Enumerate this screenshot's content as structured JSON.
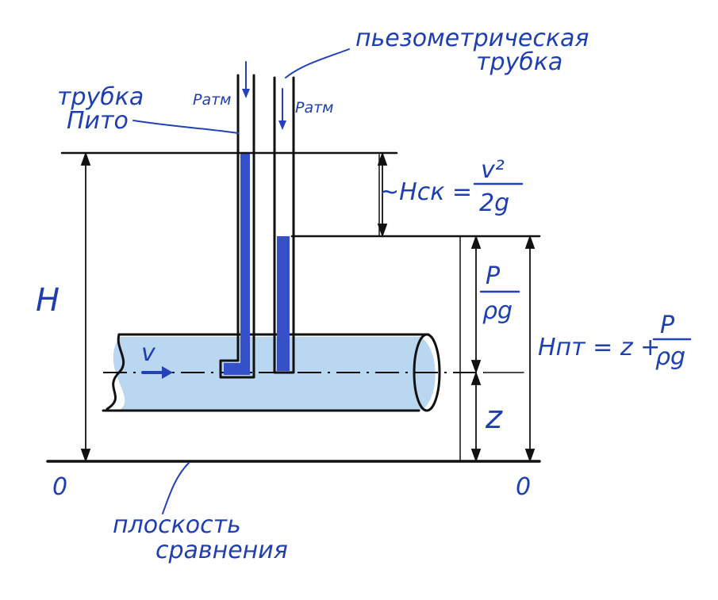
{
  "labels": {
    "pitot_tube_line1": "трубка",
    "pitot_tube_line2": "Пито",
    "piezometric_tube_line1": "пьезометрическая",
    "piezometric_tube_line2": "трубка",
    "p_atm_left": "Pатм",
    "p_atm_right": "Pатм",
    "h_total": "H",
    "h_velocity_lhs": "~Hск =",
    "h_velocity_num": "v²",
    "h_velocity_den": "2g",
    "p_over_rho_g_num": "P",
    "p_over_rho_g_den": "ρg",
    "h_piezometric": "Hпт = z +",
    "h_piezometric_num": "P",
    "h_piezometric_den": "ρg",
    "z_label": "z",
    "velocity_label": "v",
    "datum_left": "0",
    "datum_right": "0",
    "comparison_plane_line1": "плоскость",
    "comparison_plane_line2": "сравнения"
  },
  "colors": {
    "ink": "#111111",
    "pen_blue": "#1f3fb0",
    "water_fill": "#aed0f0",
    "tube_water": "#3550c8"
  }
}
